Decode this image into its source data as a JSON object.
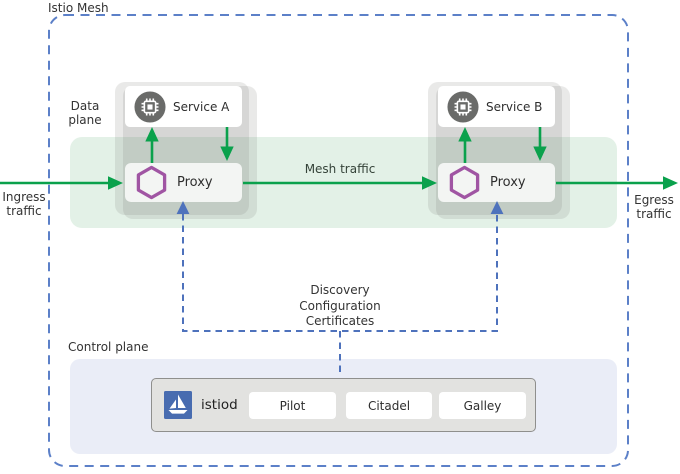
{
  "diagram": {
    "title": "Istio Mesh",
    "data_plane_label": "Data plane",
    "control_plane_label": "Control plane",
    "ingress_label": "Ingress traffic",
    "egress_label": "Egress traffic",
    "mesh_traffic_label": "Mesh traffic",
    "groups": [
      {
        "service_label": "Service A",
        "proxy_label": "Proxy"
      },
      {
        "service_label": "Service B",
        "proxy_label": "Proxy"
      }
    ],
    "control_connector_lines": [
      "Discovery",
      "Configuration",
      "Certificates"
    ],
    "istiod": {
      "label": "istiod",
      "components": [
        "Pilot",
        "Citadel",
        "Galley"
      ]
    },
    "icons": {
      "service": "chip-icon",
      "proxy": "hexagon-icon",
      "istiod": "sailboat-logo-icon"
    },
    "colors": {
      "mesh_border_blue": "#5C80C8",
      "connector_blue": "#4E72BC",
      "traffic_green": "#0AA14C",
      "band_green": "#E4F1E8",
      "proxy_purple": "#A055A3",
      "istio_logo_blue": "#486CB0",
      "control_plane_bg": "#EAEDF7",
      "istiod_bg": "#E2E2E0",
      "service_icon_gray": "#6A6B69"
    }
  }
}
